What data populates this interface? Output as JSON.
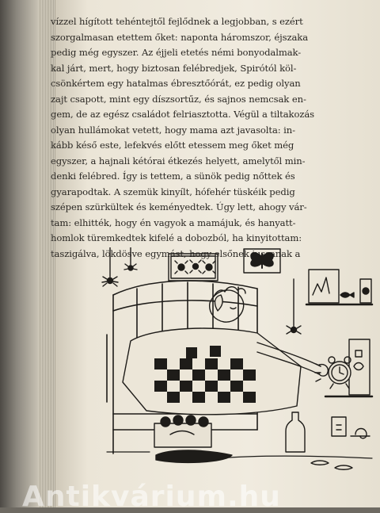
{
  "text_lines": [
    "vízzel hígított tehéntejtől fejlődnek a legjobban, s ezért",
    "szorgalmasan etettem őket: naponta háromszor, éjszaka",
    "pedig még egyszer. Az éjjeli etetés némi bonyodalmak-",
    "kal járt, mert, hogy biztosan felébredjek, Spirótól köl-",
    "csönkértem egy hatalmas ébresztőórát, ez pedig olyan",
    "zajt csapott, mint egy díszsortűz, és sajnos nemcsak en-",
    "gem, de az egész családot felriasztotta. Végül a tiltakozás",
    "olyan hullámokat vetett, hogy mama azt javasolta: in-",
    "kább késő este, lefekvés előtt etessem meg őket még",
    "egyszer, a hajnali kétórai étkezés helyett, amelytől min-",
    "denki felébred. Így is tettem, a sünök pedig nőttek és",
    "gyarapodtak. A szemük kinyílt, hófehér tüskéik pedig",
    "szépen szürkültek és keményedtek. Úgy lett, ahogy vár-",
    "tam: elhitték, hogy én vagyok a mamájuk, és hanyatt-",
    "homlok türemkedtek kifelé a dobozból, ha kinyitottam:",
    "taszigálva, lökdösve egymást, hogy elsőnek jussanak a"
  ],
  "watermark": "Antikvárium.hu",
  "colors": {
    "ink": "#2a2723",
    "paper": "#f0ebdf"
  },
  "illustration": {
    "subject": "boy in bed with checkered quilt, alarm clock, bugs and butterfly pictures on wall",
    "icons": [
      "bed-icon",
      "alarm-clock-icon",
      "spider-icon",
      "butterfly-icon",
      "bottle-icon",
      "shoe-icon"
    ]
  }
}
